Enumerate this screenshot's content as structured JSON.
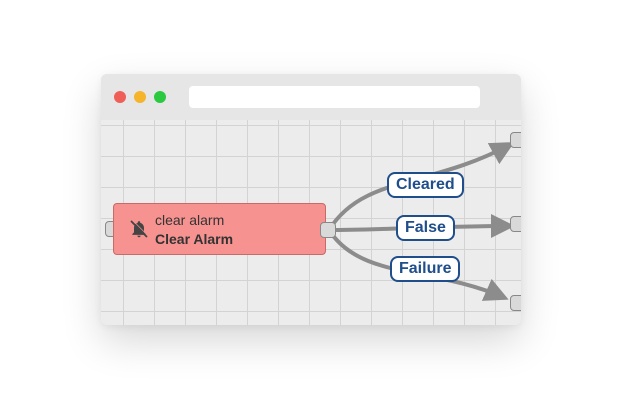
{
  "window": {
    "traffic_lights": [
      "#ef5f57",
      "#f5b42a",
      "#2ac940"
    ]
  },
  "node": {
    "icon": "bell-off-icon",
    "type": "clear alarm",
    "name": "Clear Alarm",
    "fill_color": "#f69390"
  },
  "connections": [
    {
      "label": "Cleared"
    },
    {
      "label": "False"
    },
    {
      "label": "Failure"
    }
  ],
  "colors": {
    "wire": "#8c8c8c",
    "label_border": "#1f4e8a",
    "label_text": "#1f4e8a"
  }
}
